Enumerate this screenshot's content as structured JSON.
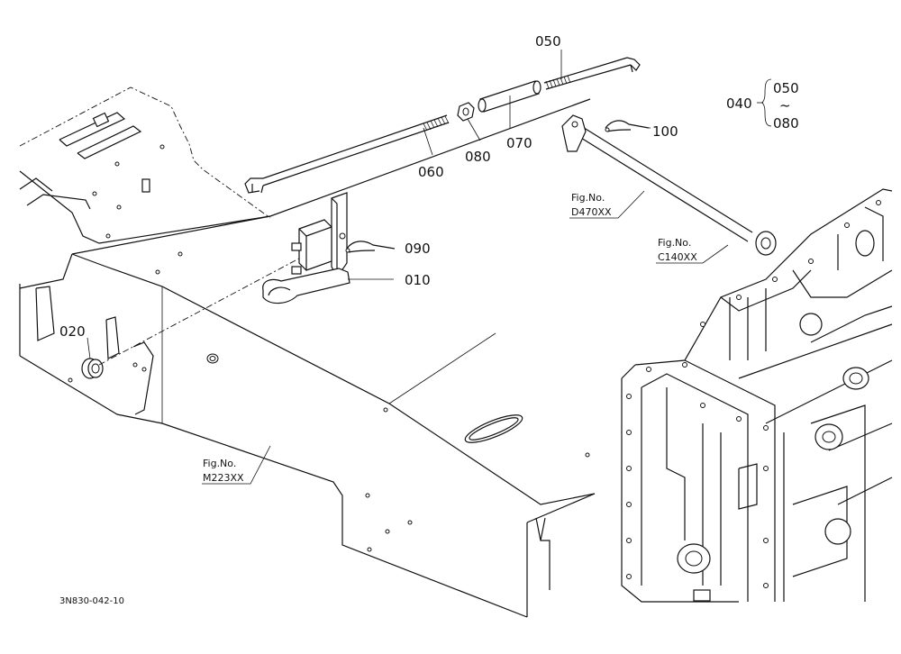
{
  "callouts": {
    "c010": "010",
    "c020": "020",
    "c040": "040",
    "c050": "050",
    "c060": "060",
    "c070": "070",
    "c080": "080",
    "c090": "090",
    "c100": "100",
    "range_from": "050",
    "range_tilde": "~",
    "range_to": "080"
  },
  "figure_refs": {
    "d470": {
      "label": "Fig.No.",
      "number": "D470XX"
    },
    "c140": {
      "label": "Fig.No.",
      "number": "C140XX"
    },
    "m223": {
      "label": "Fig.No.",
      "number": "M223XX"
    }
  },
  "drawing_code": "3N830-042-10"
}
